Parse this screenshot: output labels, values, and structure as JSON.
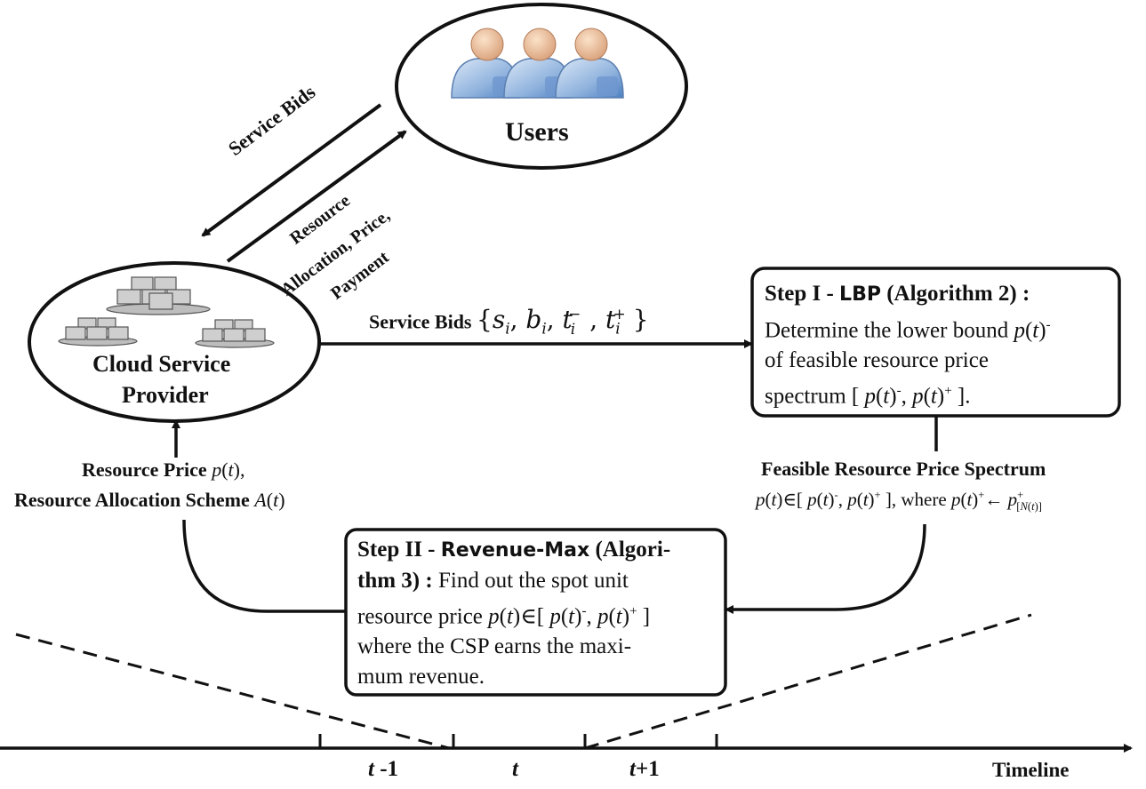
{
  "users": {
    "label": "Users"
  },
  "provider": {
    "label_line1": "Cloud Service",
    "label_line2": "Provider"
  },
  "arrows": {
    "service_bids_diag": "Service Bids",
    "resource_line1": "Resource",
    "resource_line2": "Allocation, Price,",
    "resource_line3": "Payment",
    "service_bids_main": "Service Bids"
  },
  "bids_set": {
    "s": "s",
    "b": "b",
    "t": "t",
    "i": "i",
    "minus": "−",
    "plus": "+"
  },
  "step1": {
    "title_prefix": "Step I - ",
    "title_alg": "LBP",
    "title_suffix": " (Algorithm 2) :",
    "line1": "Determine the lower bound",
    "line2": "of feasible resource price",
    "line3": "spectrum ["
  },
  "spectrum": {
    "title": "Feasible Resource Price Spectrum",
    "where": ", where"
  },
  "step2": {
    "title_prefix": "Step II - ",
    "title_alg": "Revenue-Max",
    "title_suffix": " (Algori-",
    "line2_bold": "thm 3) :",
    "line2_rest": " Find out the spot unit",
    "line3": "resource price",
    "line4": "where the CSP earns the maxi-",
    "line5": "mum revenue."
  },
  "feedback": {
    "line1_bold": "Resource Price",
    "line2_bold": "Resource Allocation Scheme"
  },
  "timeline": {
    "label": "Timeline",
    "t_minus_1_t": "t",
    "t_minus_1_rest": " -1",
    "t": "t",
    "t_plus_1_t": "t",
    "t_plus_1_rest": "+1"
  },
  "math": {
    "p": "p",
    "A": "A",
    "t": "t",
    "N": "N",
    "in": "∈"
  }
}
